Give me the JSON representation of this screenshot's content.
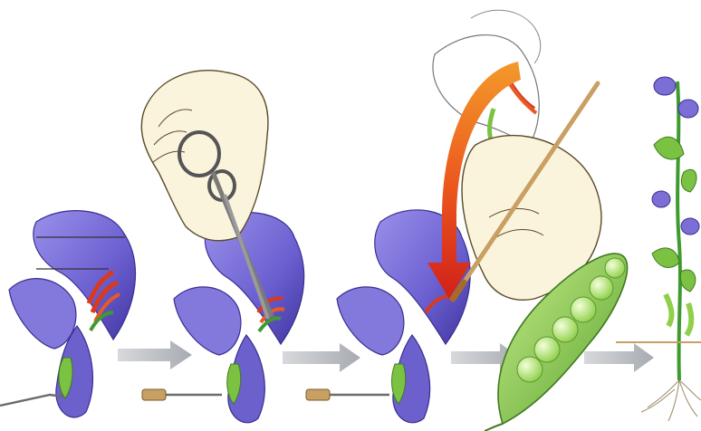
{
  "diagram": {
    "steps": [
      "flower-with-stamens",
      "emasculation-with-scissors",
      "pollen-transfer-with-brush",
      "pea-pod-with-seeds",
      "mature-pea-plant"
    ],
    "colors": {
      "petal": "#7b6fd6",
      "petal_dark": "#4b3fa8",
      "stamen": "#d93a1e",
      "pistil": "#3f9a2f",
      "leaf": "#7cc242",
      "pod": "#8fcf4a",
      "pea": "#b6e27a",
      "arrow_grey": "#b9bcc1",
      "arrow_red": "#e4351b",
      "arrow_orange": "#f07a1e",
      "skin": "#fbf4dc",
      "tool_wood": "#c9a063"
    }
  }
}
